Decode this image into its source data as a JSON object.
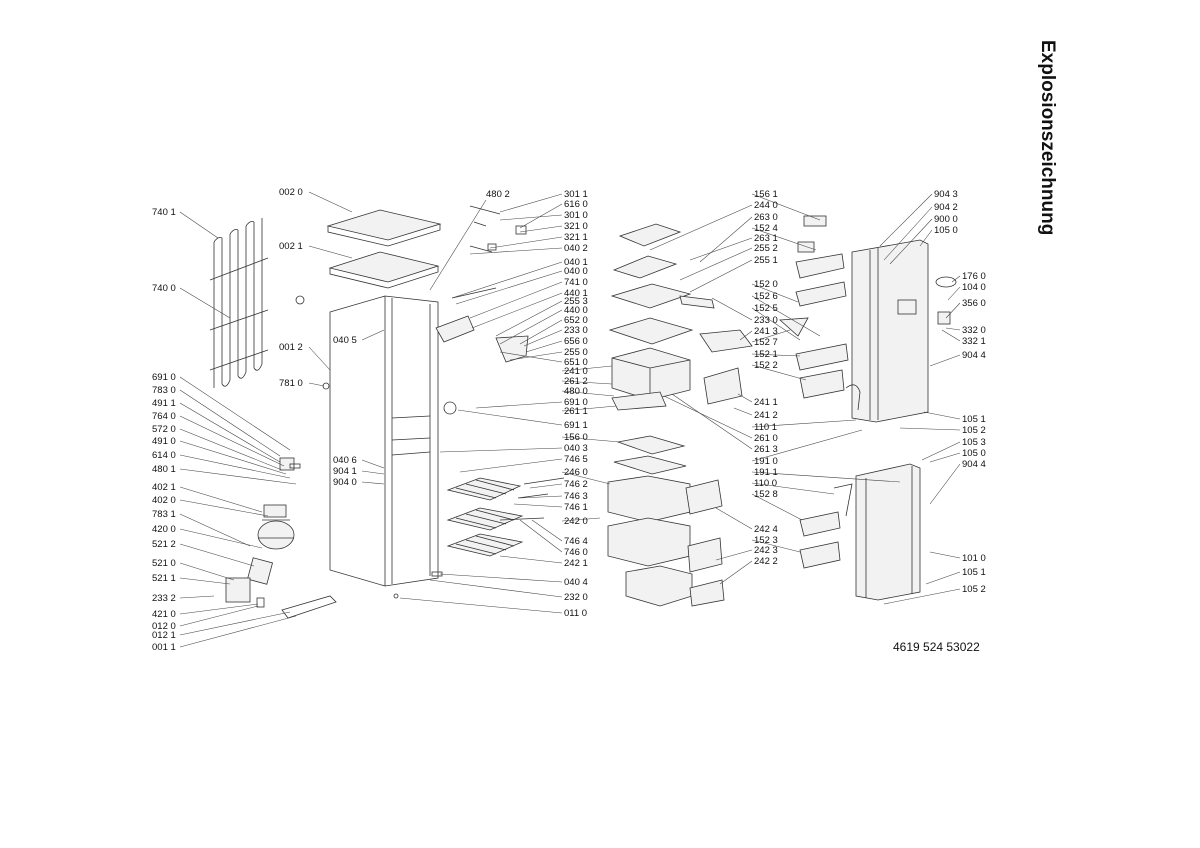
{
  "title": "Explosionszeichnung",
  "document_number": "4619 524 53022",
  "labels": [
    "740 1",
    "740 0",
    "691 0",
    "783 0",
    "491 1",
    "764 0",
    "572 0",
    "491 0",
    "614 0",
    "480 1",
    "402 1",
    "402 0",
    "783 1",
    "420 0",
    "521 2",
    "521 0",
    "521 1",
    "233 2",
    "421 0",
    "012 0",
    "012 1",
    "001 1",
    "002 0",
    "002 1",
    "001 2",
    "781 0",
    "040 5",
    "040 6",
    "904 1",
    "904 0",
    "480 2",
    "301 1",
    "616 0",
    "301 0",
    "321 0",
    "321 1",
    "040 2",
    "040 1",
    "040 0",
    "741 0",
    "440 1",
    "255 3",
    "440 0",
    "652 0",
    "233 0",
    "656 0",
    "255 0",
    "651 0",
    "241 0",
    "261 2",
    "480 0",
    "691 0",
    "261 1",
    "691 1",
    "156 0",
    "040 3",
    "746 5",
    "246 0",
    "746 2",
    "746 3",
    "746 1",
    "242 0",
    "746 4",
    "746 0",
    "242 1",
    "040 4",
    "232 0",
    "011 0",
    "156 1",
    "244 0",
    "263 0",
    "152 4",
    "263 1",
    "255 2",
    "255 1",
    "152 0",
    "152 6",
    "152 5",
    "233 0",
    "241 3",
    "152 7",
    "152 1",
    "152 2",
    "241 1",
    "241 2",
    "110 1",
    "261 0",
    "261 3",
    "191 0",
    "191 1",
    "110 0",
    "152 8",
    "242 4",
    "152 3",
    "242 3",
    "242 2",
    "904 3",
    "904 2",
    "900 0",
    "105 0",
    "176 0",
    "104 0",
    "356 0",
    "332 0",
    "332 1",
    "904 4",
    "105 1",
    "105 2",
    "105 3",
    "105 0",
    "904 4",
    "101 0",
    "105 1",
    "105 2"
  ]
}
